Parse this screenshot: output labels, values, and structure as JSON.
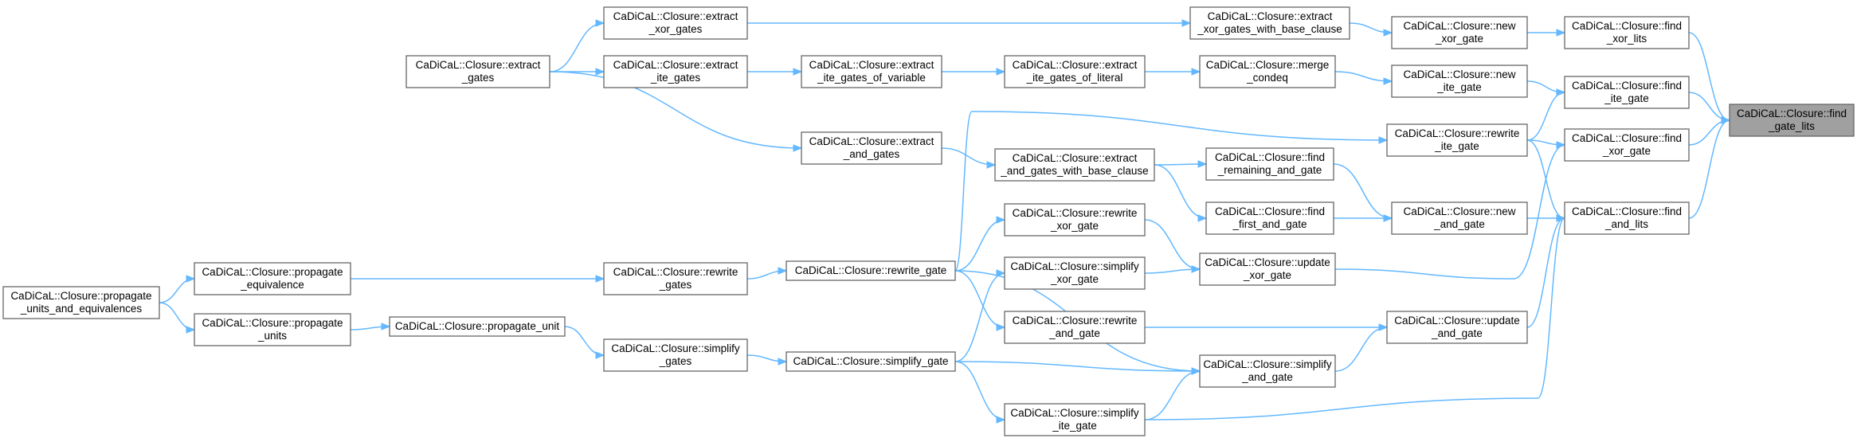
{
  "graph": {
    "edge_color": "#63b8ff",
    "root_fill": "#a0a0a0",
    "nodes": [
      {
        "id": "find_gate_lits",
        "lines": [
          "CaDiCaL::Closure::find",
          "_gate_lits"
        ],
        "root": true
      },
      {
        "id": "find_xor_lits",
        "lines": [
          "CaDiCaL::Closure::find",
          "_xor_lits"
        ]
      },
      {
        "id": "find_ite_gate",
        "lines": [
          "CaDiCaL::Closure::find",
          "_ite_gate"
        ]
      },
      {
        "id": "find_xor_gate",
        "lines": [
          "CaDiCaL::Closure::find",
          "_xor_gate"
        ]
      },
      {
        "id": "find_and_lits",
        "lines": [
          "CaDiCaL::Closure::find",
          "_and_lits"
        ]
      },
      {
        "id": "new_xor_gate",
        "lines": [
          "CaDiCaL::Closure::new",
          "_xor_gate"
        ]
      },
      {
        "id": "new_ite_gate",
        "lines": [
          "CaDiCaL::Closure::new",
          "_ite_gate"
        ]
      },
      {
        "id": "rewrite_ite_gate",
        "lines": [
          "CaDiCaL::Closure::rewrite",
          "_ite_gate"
        ]
      },
      {
        "id": "new_and_gate",
        "lines": [
          "CaDiCaL::Closure::new",
          "_and_gate"
        ]
      },
      {
        "id": "update_and_gate",
        "lines": [
          "CaDiCaL::Closure::update",
          "_and_gate"
        ]
      },
      {
        "id": "extract_xor_gates_with_base_clause",
        "lines": [
          "CaDiCaL::Closure::extract",
          "_xor_gates_with_base_clause"
        ]
      },
      {
        "id": "merge_condeq",
        "lines": [
          "CaDiCaL::Closure::merge",
          "_condeq"
        ]
      },
      {
        "id": "find_remaining_and_gate",
        "lines": [
          "CaDiCaL::Closure::find",
          "_remaining_and_gate"
        ]
      },
      {
        "id": "find_first_and_gate",
        "lines": [
          "CaDiCaL::Closure::find",
          "_first_and_gate"
        ]
      },
      {
        "id": "update_xor_gate",
        "lines": [
          "CaDiCaL::Closure::update",
          "_xor_gate"
        ]
      },
      {
        "id": "simplify_and_gate",
        "lines": [
          "CaDiCaL::Closure::simplify",
          "_and_gate"
        ]
      },
      {
        "id": "extract_ite_gates_of_literal",
        "lines": [
          "CaDiCaL::Closure::extract",
          "_ite_gates_of_literal"
        ]
      },
      {
        "id": "extract_and_gates_with_base_clause",
        "lines": [
          "CaDiCaL::Closure::extract",
          "_and_gates_with_base_clause"
        ]
      },
      {
        "id": "rewrite_xor_gate",
        "lines": [
          "CaDiCaL::Closure::rewrite",
          "_xor_gate"
        ]
      },
      {
        "id": "simplify_xor_gate",
        "lines": [
          "CaDiCaL::Closure::simplify",
          "_xor_gate"
        ]
      },
      {
        "id": "rewrite_and_gate",
        "lines": [
          "CaDiCaL::Closure::rewrite",
          "_and_gate"
        ]
      },
      {
        "id": "simplify_ite_gate",
        "lines": [
          "CaDiCaL::Closure::simplify",
          "_ite_gate"
        ]
      },
      {
        "id": "extract_ite_gates_of_variable",
        "lines": [
          "CaDiCaL::Closure::extract",
          "_ite_gates_of_variable"
        ]
      },
      {
        "id": "extract_and_gates",
        "lines": [
          "CaDiCaL::Closure::extract",
          "_and_gates"
        ]
      },
      {
        "id": "rewrite_gate",
        "lines": [
          "CaDiCaL::Closure::rewrite_gate"
        ]
      },
      {
        "id": "simplify_gate",
        "lines": [
          "CaDiCaL::Closure::simplify_gate"
        ]
      },
      {
        "id": "extract_xor_gates",
        "lines": [
          "CaDiCaL::Closure::extract",
          "_xor_gates"
        ]
      },
      {
        "id": "extract_ite_gates",
        "lines": [
          "CaDiCaL::Closure::extract",
          "_ite_gates"
        ]
      },
      {
        "id": "rewrite_gates",
        "lines": [
          "CaDiCaL::Closure::rewrite",
          "_gates"
        ]
      },
      {
        "id": "simplify_gates",
        "lines": [
          "CaDiCaL::Closure::simplify",
          "_gates"
        ]
      },
      {
        "id": "extract_gates",
        "lines": [
          "CaDiCaL::Closure::extract",
          "_gates"
        ]
      },
      {
        "id": "propagate_unit",
        "lines": [
          "CaDiCaL::Closure::propagate_unit"
        ]
      },
      {
        "id": "propagate_equivalence",
        "lines": [
          "CaDiCaL::Closure::propagate",
          "_equivalence"
        ]
      },
      {
        "id": "propagate_units",
        "lines": [
          "CaDiCaL::Closure::propagate",
          "_units"
        ]
      },
      {
        "id": "propagate_units_and_equivalences",
        "lines": [
          "CaDiCaL::Closure::propagate",
          "_units_and_equivalences"
        ]
      }
    ],
    "edges": [
      {
        "from": "find_xor_lits",
        "to": "find_gate_lits"
      },
      {
        "from": "find_ite_gate",
        "to": "find_gate_lits"
      },
      {
        "from": "find_xor_gate",
        "to": "find_gate_lits"
      },
      {
        "from": "find_and_lits",
        "to": "find_gate_lits"
      },
      {
        "from": "new_xor_gate",
        "to": "find_xor_lits"
      },
      {
        "from": "new_ite_gate",
        "to": "find_ite_gate"
      },
      {
        "from": "rewrite_ite_gate",
        "to": "find_ite_gate"
      },
      {
        "from": "rewrite_ite_gate",
        "to": "find_xor_gate"
      },
      {
        "from": "rewrite_ite_gate",
        "to": "find_and_lits"
      },
      {
        "from": "new_and_gate",
        "to": "find_and_lits"
      },
      {
        "from": "update_and_gate",
        "to": "find_and_lits"
      },
      {
        "from": "simplify_ite_gate",
        "to": "find_and_lits"
      },
      {
        "from": "update_xor_gate",
        "to": "find_xor_gate"
      },
      {
        "from": "extract_xor_gates_with_base_clause",
        "to": "new_xor_gate"
      },
      {
        "from": "merge_condeq",
        "to": "new_ite_gate"
      },
      {
        "from": "rewrite_gate",
        "to": "rewrite_ite_gate"
      },
      {
        "from": "find_remaining_and_gate",
        "to": "new_and_gate"
      },
      {
        "from": "find_first_and_gate",
        "to": "new_and_gate"
      },
      {
        "from": "rewrite_and_gate",
        "to": "update_and_gate"
      },
      {
        "from": "simplify_and_gate",
        "to": "update_and_gate"
      },
      {
        "from": "extract_xor_gates",
        "to": "extract_xor_gates_with_base_clause"
      },
      {
        "from": "extract_ite_gates_of_literal",
        "to": "merge_condeq"
      },
      {
        "from": "extract_and_gates_with_base_clause",
        "to": "find_remaining_and_gate"
      },
      {
        "from": "extract_and_gates_with_base_clause",
        "to": "find_first_and_gate"
      },
      {
        "from": "rewrite_xor_gate",
        "to": "update_xor_gate"
      },
      {
        "from": "simplify_xor_gate",
        "to": "update_xor_gate"
      },
      {
        "from": "simplify_gate",
        "to": "simplify_and_gate"
      },
      {
        "from": "rewrite_gate",
        "to": "simplify_and_gate"
      },
      {
        "from": "simplify_ite_gate",
        "to": "simplify_and_gate"
      },
      {
        "from": "extract_ite_gates_of_variable",
        "to": "extract_ite_gates_of_literal"
      },
      {
        "from": "extract_and_gates",
        "to": "extract_and_gates_with_base_clause"
      },
      {
        "from": "rewrite_gate",
        "to": "rewrite_xor_gate"
      },
      {
        "from": "simplify_gate",
        "to": "simplify_xor_gate"
      },
      {
        "from": "rewrite_gate",
        "to": "rewrite_and_gate"
      },
      {
        "from": "simplify_gate",
        "to": "simplify_ite_gate"
      },
      {
        "from": "extract_ite_gates",
        "to": "extract_ite_gates_of_variable"
      },
      {
        "from": "extract_gates",
        "to": "extract_and_gates"
      },
      {
        "from": "rewrite_gates",
        "to": "rewrite_gate"
      },
      {
        "from": "simplify_gates",
        "to": "simplify_gate"
      },
      {
        "from": "extract_gates",
        "to": "extract_xor_gates"
      },
      {
        "from": "extract_gates",
        "to": "extract_ite_gates"
      },
      {
        "from": "propagate_equivalence",
        "to": "rewrite_gates"
      },
      {
        "from": "propagate_unit",
        "to": "simplify_gates"
      },
      {
        "from": "propagate_units",
        "to": "propagate_unit"
      },
      {
        "from": "propagate_units_and_equivalences",
        "to": "propagate_equivalence"
      },
      {
        "from": "propagate_units_and_equivalences",
        "to": "propagate_units"
      }
    ]
  }
}
